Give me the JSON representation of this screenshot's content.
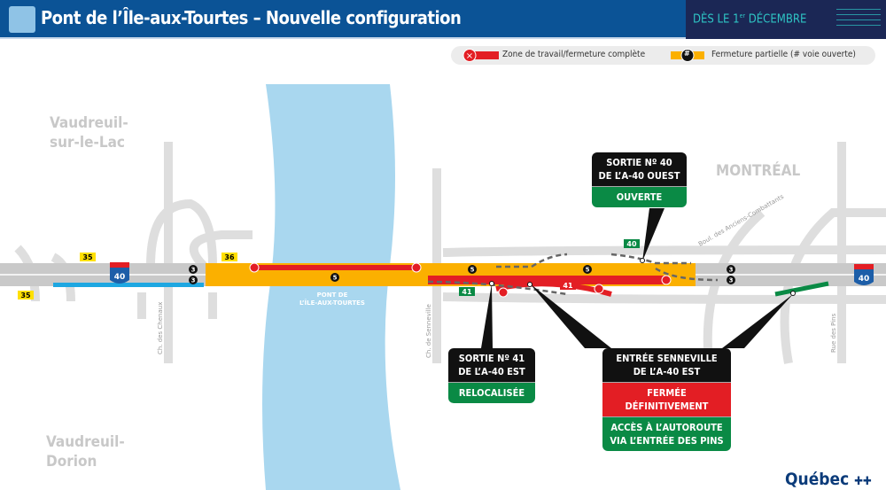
{
  "header": {
    "title": "Pont de l’Île-aux-Tourtes – Nouvelle configuration",
    "date_prefix": "DÈS LE 1",
    "date_sup": "er",
    "date_suffix": " DÉCEMBRE"
  },
  "legend": {
    "full_closure": "Zone de travail/fermeture complète",
    "partial_closure": "Fermeture partielle (# voie ouverte)",
    "partial_symbol": "#"
  },
  "cities": {
    "vaudreuil_lac_1": "Vaudreuil-",
    "vaudreuil_lac_2": "sur-le-Lac",
    "vaudreuil_dorion_1": "Vaudreuil-",
    "vaudreuil_dorion_2": "Dorion",
    "montreal": "MONTRÉAL"
  },
  "streets": {
    "chenaux": "Ch. des Chenaux",
    "senneville": "Ch. de Senneville",
    "anciens": "Boul. des Anciens-Combattants",
    "pins": "Rue des Pins"
  },
  "bridge": {
    "line1": "PONT DE",
    "line2": "L’ÎLE-AUX-TOURTES"
  },
  "exits": {
    "e35a": "35",
    "e35b": "35",
    "e36": "36",
    "e40": "40",
    "e41a": "41",
    "e41b": "41"
  },
  "shield": "40",
  "lanes": {
    "w1": "3",
    "w2": "3",
    "bridge": "5",
    "east_top1": "5",
    "east_top2": "5",
    "east_r1": "3",
    "east_r2": "3"
  },
  "callouts": {
    "sortie40": {
      "line1": "SORTIE Nº 40",
      "line2": "DE L’A-40 OUEST",
      "status": "OUVERTE"
    },
    "sortie41": {
      "line1": "SORTIE Nº 41",
      "line2": "DE L’A-40 EST",
      "status": "RELOCALISÉE"
    },
    "senneville": {
      "line1": "ENTRÉE SENNEVILLE",
      "line2": "DE L’A-40 EST",
      "status1": "FERMÉE",
      "status2": "DÉFINITIVEMENT",
      "alt1": "ACCÈS À L’AUTOROUTE",
      "alt2": "VIA L’ENTRÉE DES PINS"
    }
  },
  "brand": "Québec",
  "colors": {
    "header": "#0b5396",
    "closure": "#e31e24",
    "partial": "#fbb000",
    "open": "#0a8a45",
    "river": "#a9d7ef"
  }
}
